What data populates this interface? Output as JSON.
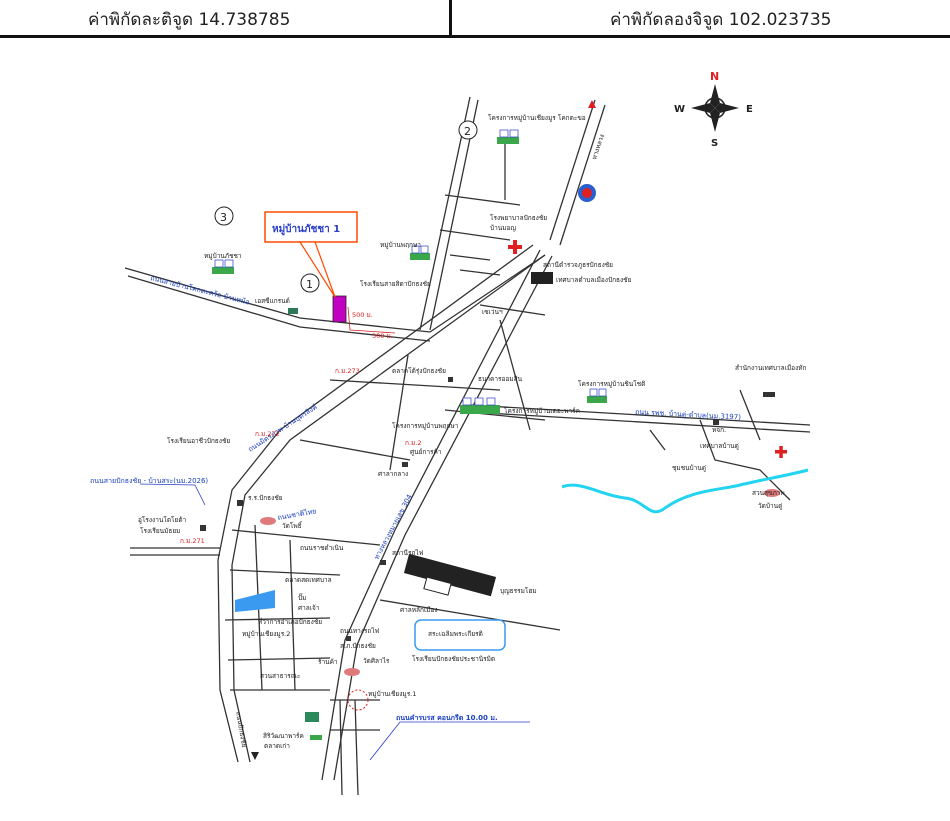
{
  "header": {
    "latitude_label": "ค่าพิกัดละติจูด 14.738785",
    "longitude_label": "ค่าพิกัดลองจิจูด 102.023735"
  },
  "compass": {
    "n": "N",
    "s": "S",
    "e": "E",
    "w": "W"
  },
  "markers": {
    "m1": "1",
    "m2": "2",
    "m3": "3"
  },
  "callout": {
    "title": "หมู่บ้านภัชชา 1"
  },
  "distances": {
    "d500": "500 ม.",
    "d300": "300 ม."
  },
  "road_labels": {
    "top_road": "ถนนสายบ้านโคกตะคร้อ-บ้านหม้อ",
    "main_diag": "ถนนมิตรภาพ-บ้านบุตรสิงค์",
    "west_road": "ถนนสายปักธงชัย - บ้านสระ(นม.2026)",
    "east_road": "ถนน รพช. บ้านดู่-ตำบล(นม.3197)",
    "south_note": "ถนนคำรบรส คอนกรีต 10.00 ม.",
    "highway": "ทางหลวงหมายเลข 304",
    "ring_road": "ถนนชาติไทย",
    "road_north": "ทางหลวง",
    "road_side": "ถนนปักธงชัย"
  },
  "place_labels": {
    "p1": "โครงการหมู่บ้านเชียงมูร โคกตะขอ",
    "p2": "โรงพยาบาลปักธงชัย",
    "p3": "สถานีตำรวจภูธรปักธงชัย",
    "p4": "เทศบาลตำบลเมืองปักธงชัย",
    "p5": "หมู่บ้านพฤกษา",
    "p6": "หมู่บ้านภัชชา",
    "p7": "โรงเรียนสายสิดาปักธงชัย",
    "p8": "เอสซีแกรนด์",
    "p9": "เซเว่นฯ",
    "p10": "ตลาดโต้รุ่งปักธงชัย",
    "p11": "ธนาคารออมสิน",
    "p12": "โครงการหมู่บ้านเดอะพาร์ค",
    "p13": "โครงการหมู่บ้านชินโชติ",
    "p14": "โครงการหมู่บ้านพฤกษา",
    "p15": "สำนักงานเทศบาลเมืองทัก",
    "p16": "หจก.",
    "p17": "เทศบาลบ้านดู่",
    "p18": "ชุมชนบ้านดู่",
    "p19": "วัดบ้านดู่",
    "p20": "โรงเรียนอาชีวปักธงชัย",
    "p21": "ร.ร.ปักธงชัย",
    "p22": "อู่โรงงานโตโยต้า",
    "p23": "โรงเรียนมัธยม",
    "p24": "วัดโพธิ์",
    "p25": "ตลาดสดเทศบาล",
    "p26": "ที่ว่าการอำเภอปักธงชัย",
    "p27": "หมู่บ้านเชียงมูร.2",
    "p28": "ศาลเจ้า",
    "p29": "สวนสาธารณะ",
    "p30": "สระเฉลิมพระเกียรติ",
    "p31": "โรงเรียนปักธงชัยประชานิรมิต",
    "p32": "ศาลหลักเมือง",
    "p33": "ส.ภ.ปักธงชัย",
    "p34": "วัดศิลาไร",
    "p35": "หมู่บ้านเชียงมูร.1",
    "p36": "บุญธรรมโฮม",
    "p37": "สถานีรถไฟ",
    "p38": "ศาลากลาง",
    "p39": "ถนนราชดำเนิน",
    "p40": "บ้านมอญ",
    "p41": "สิริวัฒนาพาร์ค",
    "p42": "ปั๊ม",
    "p43": "ตลาดเก่า",
    "p44": "ถนนทางรถไฟ",
    "p45": "ศูนย์การค้า",
    "p46": "สวนสุขภาพ",
    "p47": "ร้านค้า"
  },
  "km_labels": {
    "k1": "ก.ม.273",
    "k2": "ก.ม.272",
    "k3": "ก.ม.271",
    "k4": "ก.ม.2"
  },
  "colors": {
    "road": "#333333",
    "river": "#22d4f0",
    "pond": "#3a9af0",
    "highlight": "#c200c2",
    "callout_border": "#ff4a00",
    "callout_text": "#2a3ec8",
    "hospital": "#e02020"
  }
}
